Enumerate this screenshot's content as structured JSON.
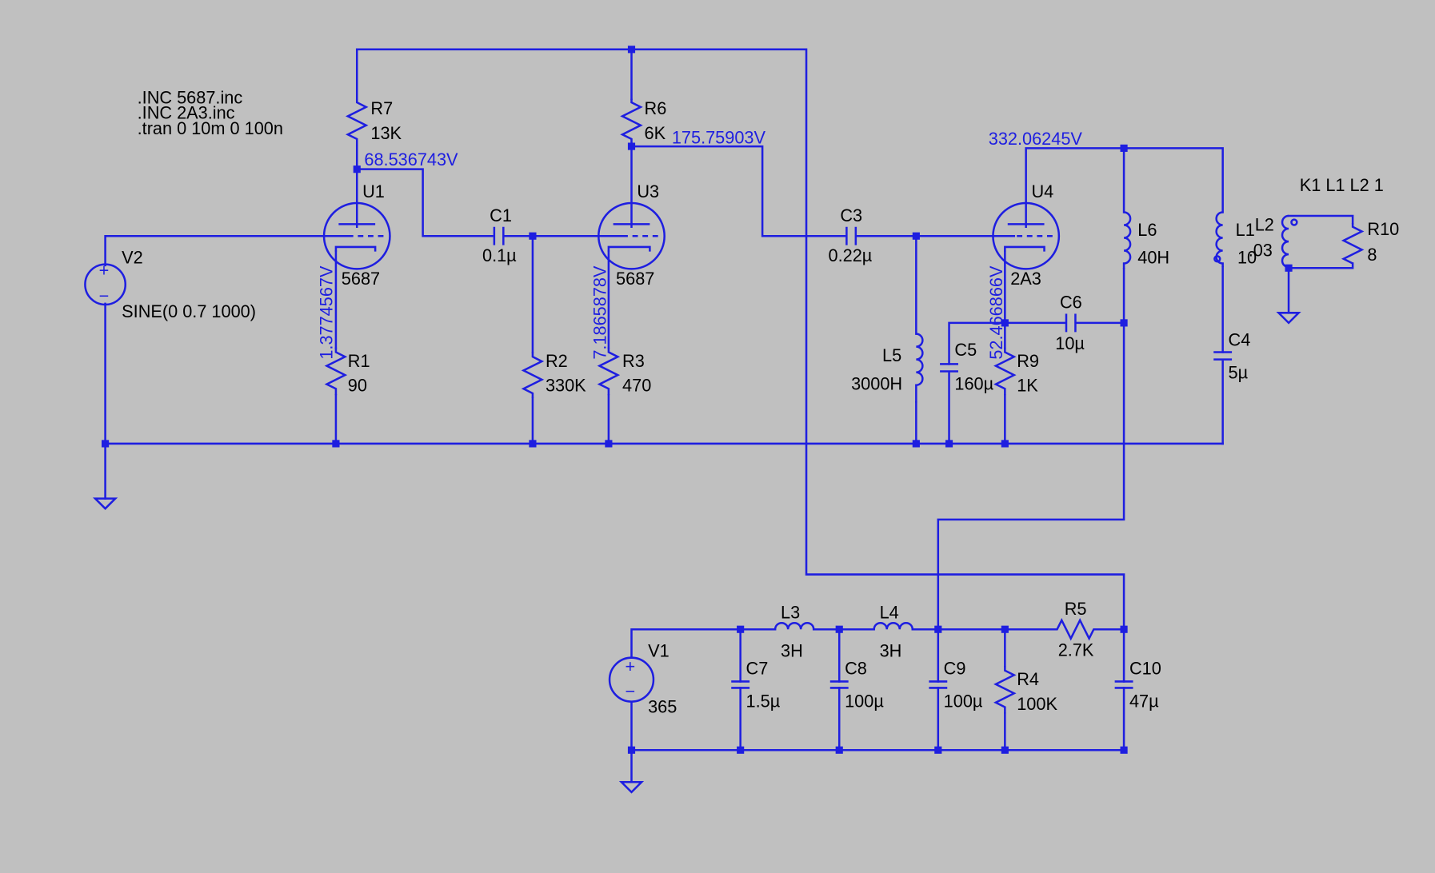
{
  "directives": [
    ".INC 5687.inc",
    ".INC 2A3.inc",
    ".tran 0 10m 0 100n"
  ],
  "coupling": "K1 L1 L2 1",
  "ui": {
    "wire_color": "#1e1ee0",
    "text_color": "#000000",
    "background": "#c0c0c0"
  },
  "components": {
    "R7": {
      "name": "R7",
      "value": "13K"
    },
    "R6": {
      "name": "R6",
      "value": "6K"
    },
    "R1": {
      "name": "R1",
      "value": "90"
    },
    "R2": {
      "name": "R2",
      "value": "330K"
    },
    "R3": {
      "name": "R3",
      "value": "470"
    },
    "R9": {
      "name": "R9",
      "value": "1K"
    },
    "R10": {
      "name": "R10",
      "value": "8"
    },
    "R4": {
      "name": "R4",
      "value": "100K"
    },
    "R5": {
      "name": "R5",
      "value": "2.7K"
    },
    "C1": {
      "name": "C1",
      "value": "0.1µ"
    },
    "C3": {
      "name": "C3",
      "value": "0.22µ"
    },
    "C5": {
      "name": "C5",
      "value": "160µ"
    },
    "C6": {
      "name": "C6",
      "value": "10µ"
    },
    "C4": {
      "name": "C4",
      "value": "5µ"
    },
    "C7": {
      "name": "C7",
      "value": "1.5µ"
    },
    "C8": {
      "name": "C8",
      "value": "100µ"
    },
    "C9": {
      "name": "C9",
      "value": "100µ"
    },
    "C10": {
      "name": "C10",
      "value": "47µ"
    },
    "L5": {
      "name": "L5",
      "value": "3000H"
    },
    "L6": {
      "name": "L6",
      "value": "40H"
    },
    "L1": {
      "name": "L1",
      "value": "10"
    },
    "L2": {
      "name": "L2",
      "value": ".03"
    },
    "L3": {
      "name": "L3",
      "value": "3H"
    },
    "L4": {
      "name": "L4",
      "value": "3H"
    },
    "U1": {
      "name": "U1",
      "value": "5687"
    },
    "U3": {
      "name": "U3",
      "value": "5687"
    },
    "U4": {
      "name": "U4",
      "value": "2A3"
    },
    "V2": {
      "name": "V2",
      "value": "SINE(0 0.7 1000)"
    },
    "V1": {
      "name": "V1",
      "value": "365"
    }
  },
  "voltages": {
    "u1_plate": "68.536743V",
    "u3_plate": "175.75903V",
    "u4_plate": "332.06245V",
    "u1_cathode": "1.3774567V",
    "u3_cathode": "7.1865878V",
    "u4_cathode": "52.466866V"
  },
  "glyphs": {
    "plus": "+",
    "minus": "−"
  }
}
